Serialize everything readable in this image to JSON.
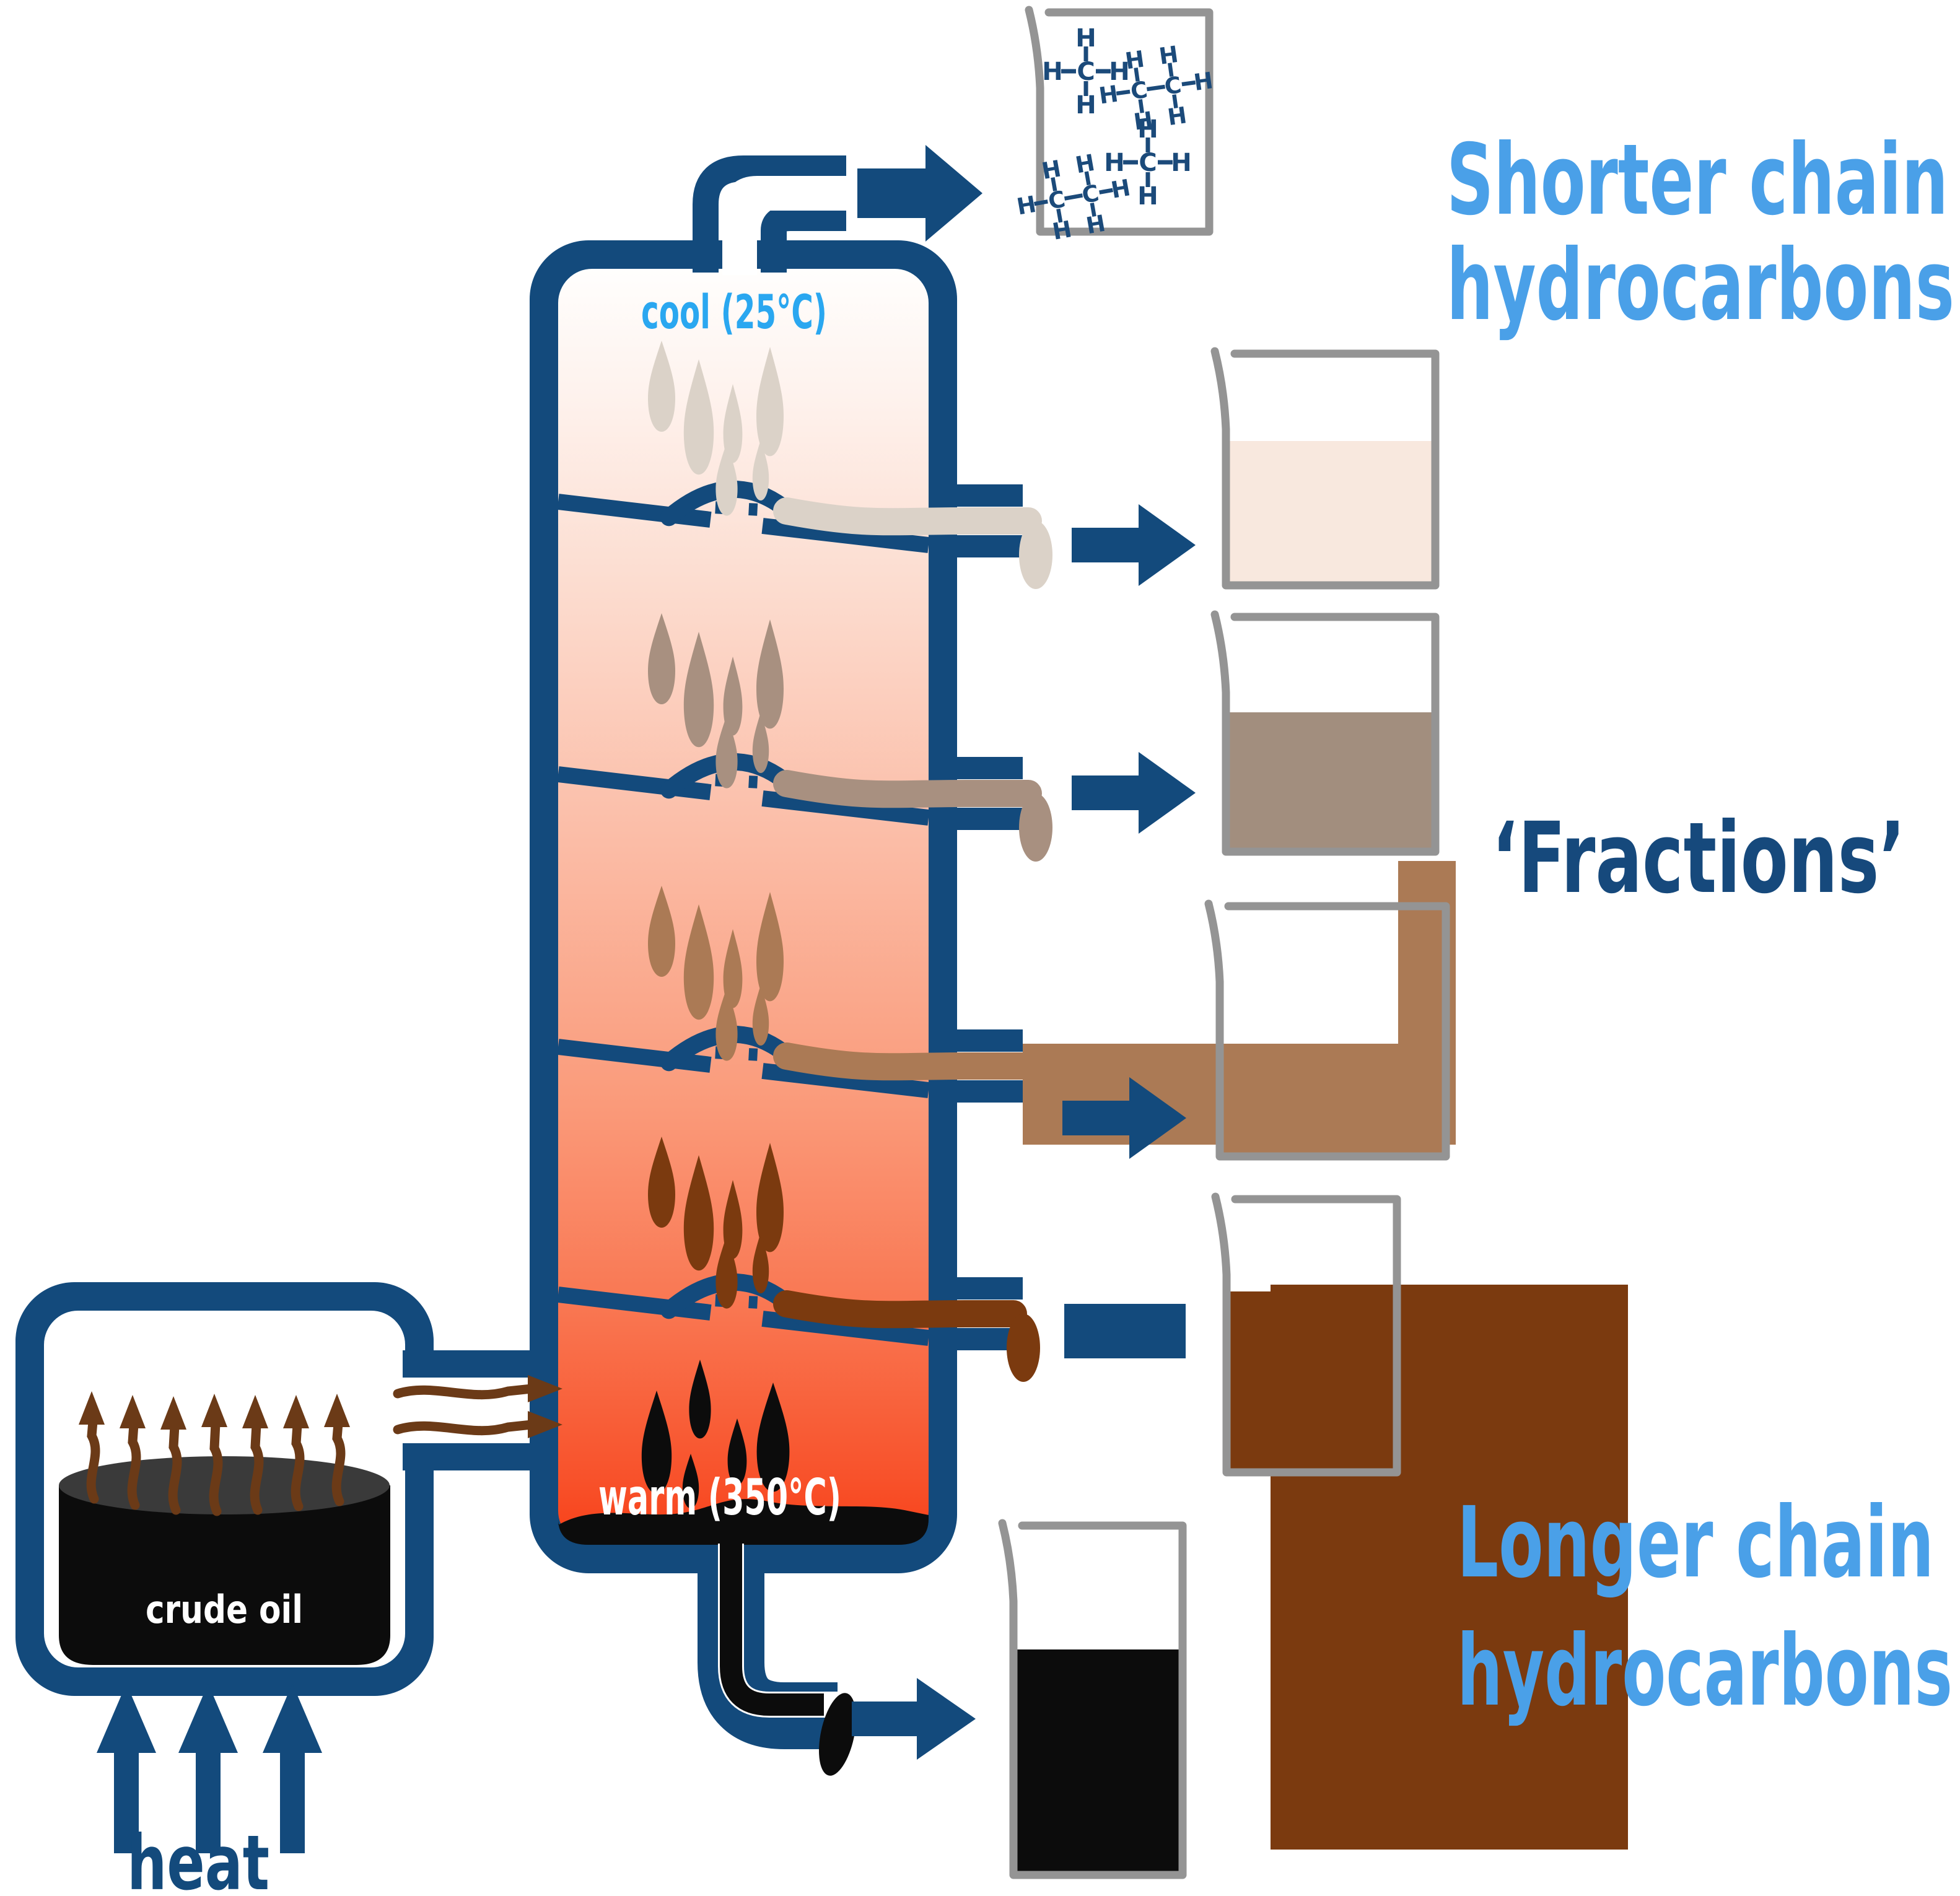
{
  "diagram": {
    "column": {
      "cool_label": "cool (25°C)",
      "warm_label": "warm (350°C)"
    },
    "vessel": {
      "label": "crude oil"
    },
    "heat_label": "heat",
    "labels": {
      "shorter_line1": "Shorter chain",
      "shorter_line2": "hydrocarbons",
      "fractions": "‘Fractions’",
      "longer_line1": "Longer chain",
      "longer_line2": "hydrocarbons"
    },
    "molecule": {
      "carbon": "C",
      "hydrogen": "H"
    }
  },
  "colors": {
    "pipe_navy": "#134a7c",
    "label_blue": "#4aa0e8",
    "cool_text_blue": "#2aa7f0",
    "fractions_text_navy": "#16497c",
    "warm_text_white": "#ffffff",
    "beaker_outline_gray": "#949494",
    "column_top": "#fffefd",
    "column_bottom": "#f84018",
    "fraction1": "#dbd2c8",
    "fraction1_liquid": "#f8e8de",
    "fraction2": "#a89080",
    "fraction2_liquid": "#a28e7e",
    "fraction3": "#ab7a55",
    "fraction4": "#7b3a0f",
    "residue_black": "#0c0c0c",
    "crude_oil_surface": "#3a3a3a",
    "vapour_brown": "#6b3a17"
  }
}
